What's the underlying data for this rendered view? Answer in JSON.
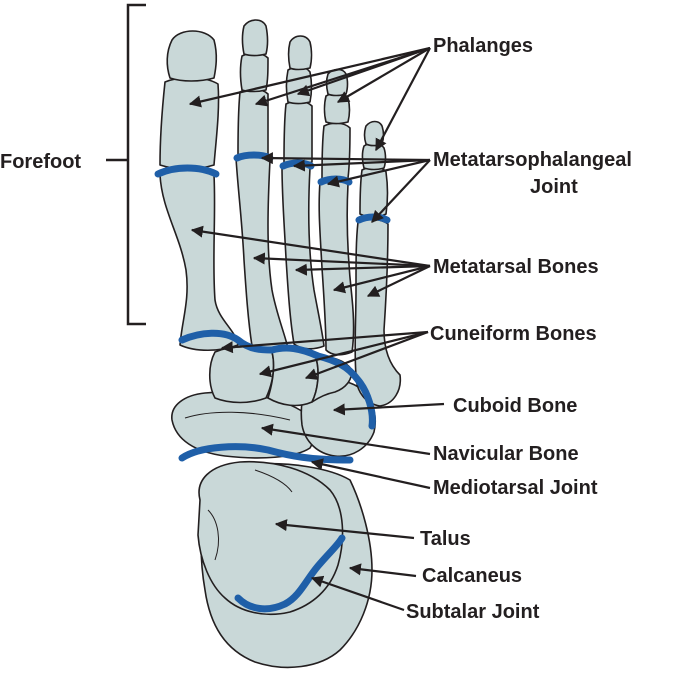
{
  "colors": {
    "bone_fill": "#c9d8d8",
    "bone_shadow": "#aebfc0",
    "outline": "#231f20",
    "joint": "#1f5fa8",
    "text": "#231f20"
  },
  "labels": {
    "forefoot": "Forefoot",
    "phalanges": "Phalanges",
    "metatarsophalangeal_1": "Metatarsophalangeal",
    "metatarsophalangeal_2": "Joint",
    "metatarsal": "Metatarsal Bones",
    "cuneiform": "Cuneiform Bones",
    "cuboid": "Cuboid Bone",
    "navicular": "Navicular Bone",
    "mediotarsal": "Mediotarsal Joint",
    "talus": "Talus",
    "calcaneus": "Calcaneus",
    "subtalar": "Subtalar Joint"
  }
}
